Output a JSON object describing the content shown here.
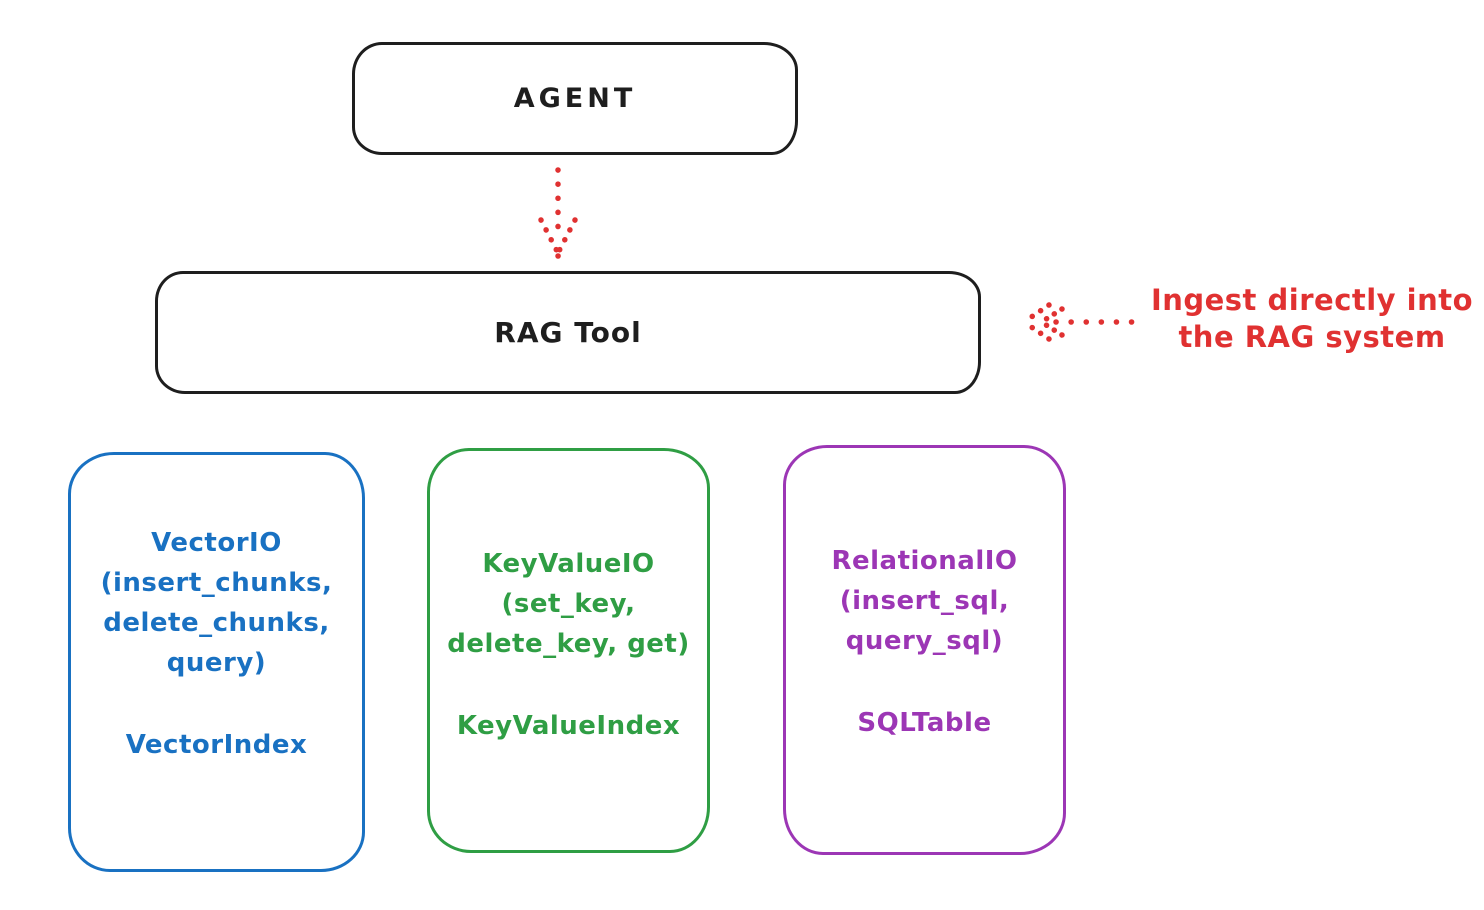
{
  "diagram": {
    "agent": {
      "label": "AGENT"
    },
    "rag_tool": {
      "label": "RAG Tool"
    },
    "annotation": {
      "text": "Ingest directly into\nthe RAG system",
      "color": "#e03131"
    },
    "arrows": [
      {
        "name": "agent-to-ragtool",
        "style": "dotted",
        "direction": "down",
        "color": "#e03131"
      },
      {
        "name": "annotation-to-ragtool",
        "style": "dotted",
        "direction": "left",
        "color": "#e03131"
      }
    ],
    "backends": [
      {
        "id": "vector",
        "color": "#1971c2",
        "io": "VectorIO\n(insert_chunks,\ndelete_chunks,\nquery)",
        "index": "VectorIndex"
      },
      {
        "id": "keyvalue",
        "color": "#2f9e44",
        "io": "KeyValueIO\n(set_key,\ndelete_key, get)",
        "index": "KeyValueIndex"
      },
      {
        "id": "relational",
        "color": "#9c36b5",
        "io": "RelationalIO\n(insert_sql,\nquery_sql)",
        "index": "SQLTable"
      }
    ],
    "stroke_colors": {
      "black": "#1e1e1e",
      "red": "#e03131",
      "blue": "#1971c2",
      "green": "#2f9e44",
      "purple": "#9c36b5"
    }
  }
}
